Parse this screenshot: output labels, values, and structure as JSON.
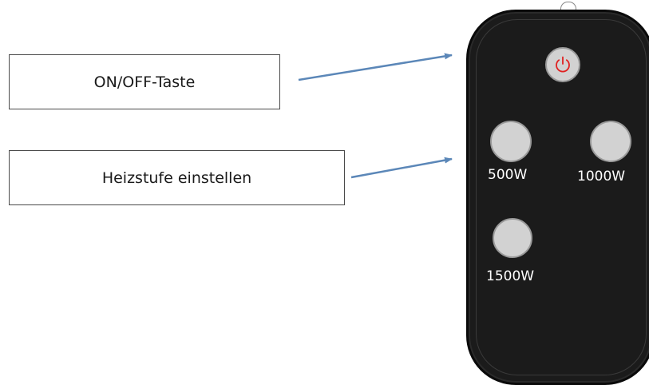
{
  "labels": {
    "on_off": "ON/OFF-Taste",
    "heat_level": "Heizstufe einstellen"
  },
  "remote": {
    "power_icon": "power-icon",
    "power_icon_color": "#e02020",
    "button_color": "#d2d2d2",
    "body_color": "#1b1b1b",
    "buttons": {
      "b500": "500W",
      "b1000": "1000W",
      "b1500": "1500W"
    }
  },
  "arrow_color": "#5b87b8"
}
